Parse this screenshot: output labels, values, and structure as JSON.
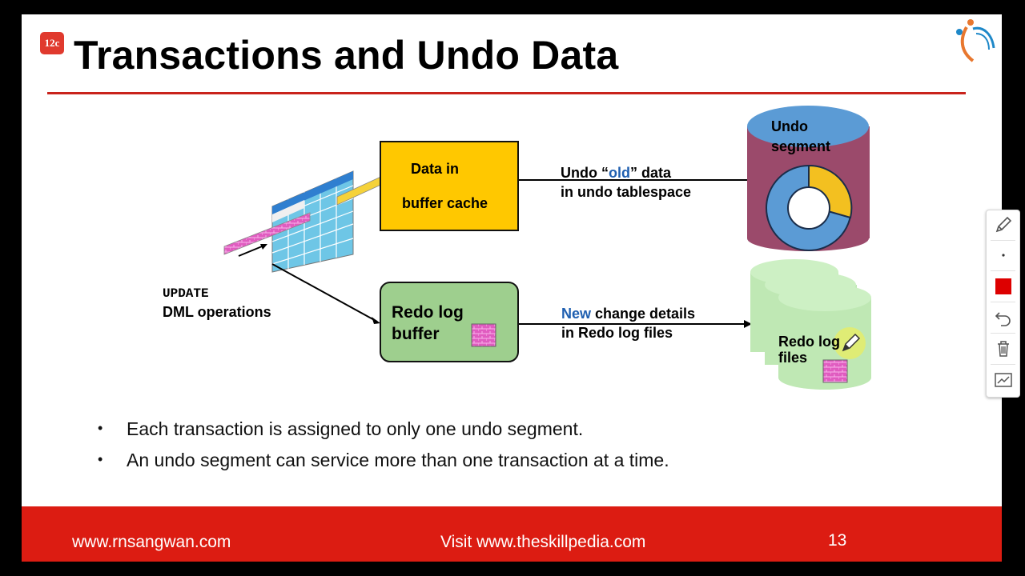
{
  "slide": {
    "title": "Transactions and Undo Data",
    "badge": "12c",
    "slide_number": "13"
  },
  "diagram": {
    "buffer_cache_line1": "Data in",
    "buffer_cache_line2": "buffer cache",
    "undo_segment_line1": "Undo",
    "undo_segment_line2": "segment",
    "undo_label_prefix": "Undo “",
    "undo_label_old": "old",
    "undo_label_suffix": "” data",
    "undo_label_line2": "in undo tablespace",
    "update_label": "UPDATE",
    "dml_label": "DML operations",
    "redo_buffer_line1": "Redo log",
    "redo_buffer_line2": "buffer",
    "new_label_new": "New",
    "new_label_rest": " change details",
    "new_label_line2": "in Redo log files",
    "redo_files_line1": "Redo log",
    "redo_files_line2": "files"
  },
  "bullets": [
    "Each transaction is assigned to only one undo segment.",
    "An undo segment can service more than one transaction at a time."
  ],
  "footer": {
    "left": "www.rnsangwan.com",
    "center": "Visit www.theskillpedia.com"
  },
  "toolbar": {
    "tools": [
      "pencil-icon",
      "dot-icon",
      "color-swatch",
      "undo-icon",
      "trash-icon",
      "chart-icon"
    ],
    "active_color": "#dd0000"
  },
  "colors": {
    "accent_red": "#dc1c12",
    "cache_yellow": "#ffc800",
    "redo_green": "#9ecf8e",
    "undo_blue": "#5b9bd5",
    "undo_maroon": "#9b4a6b"
  }
}
